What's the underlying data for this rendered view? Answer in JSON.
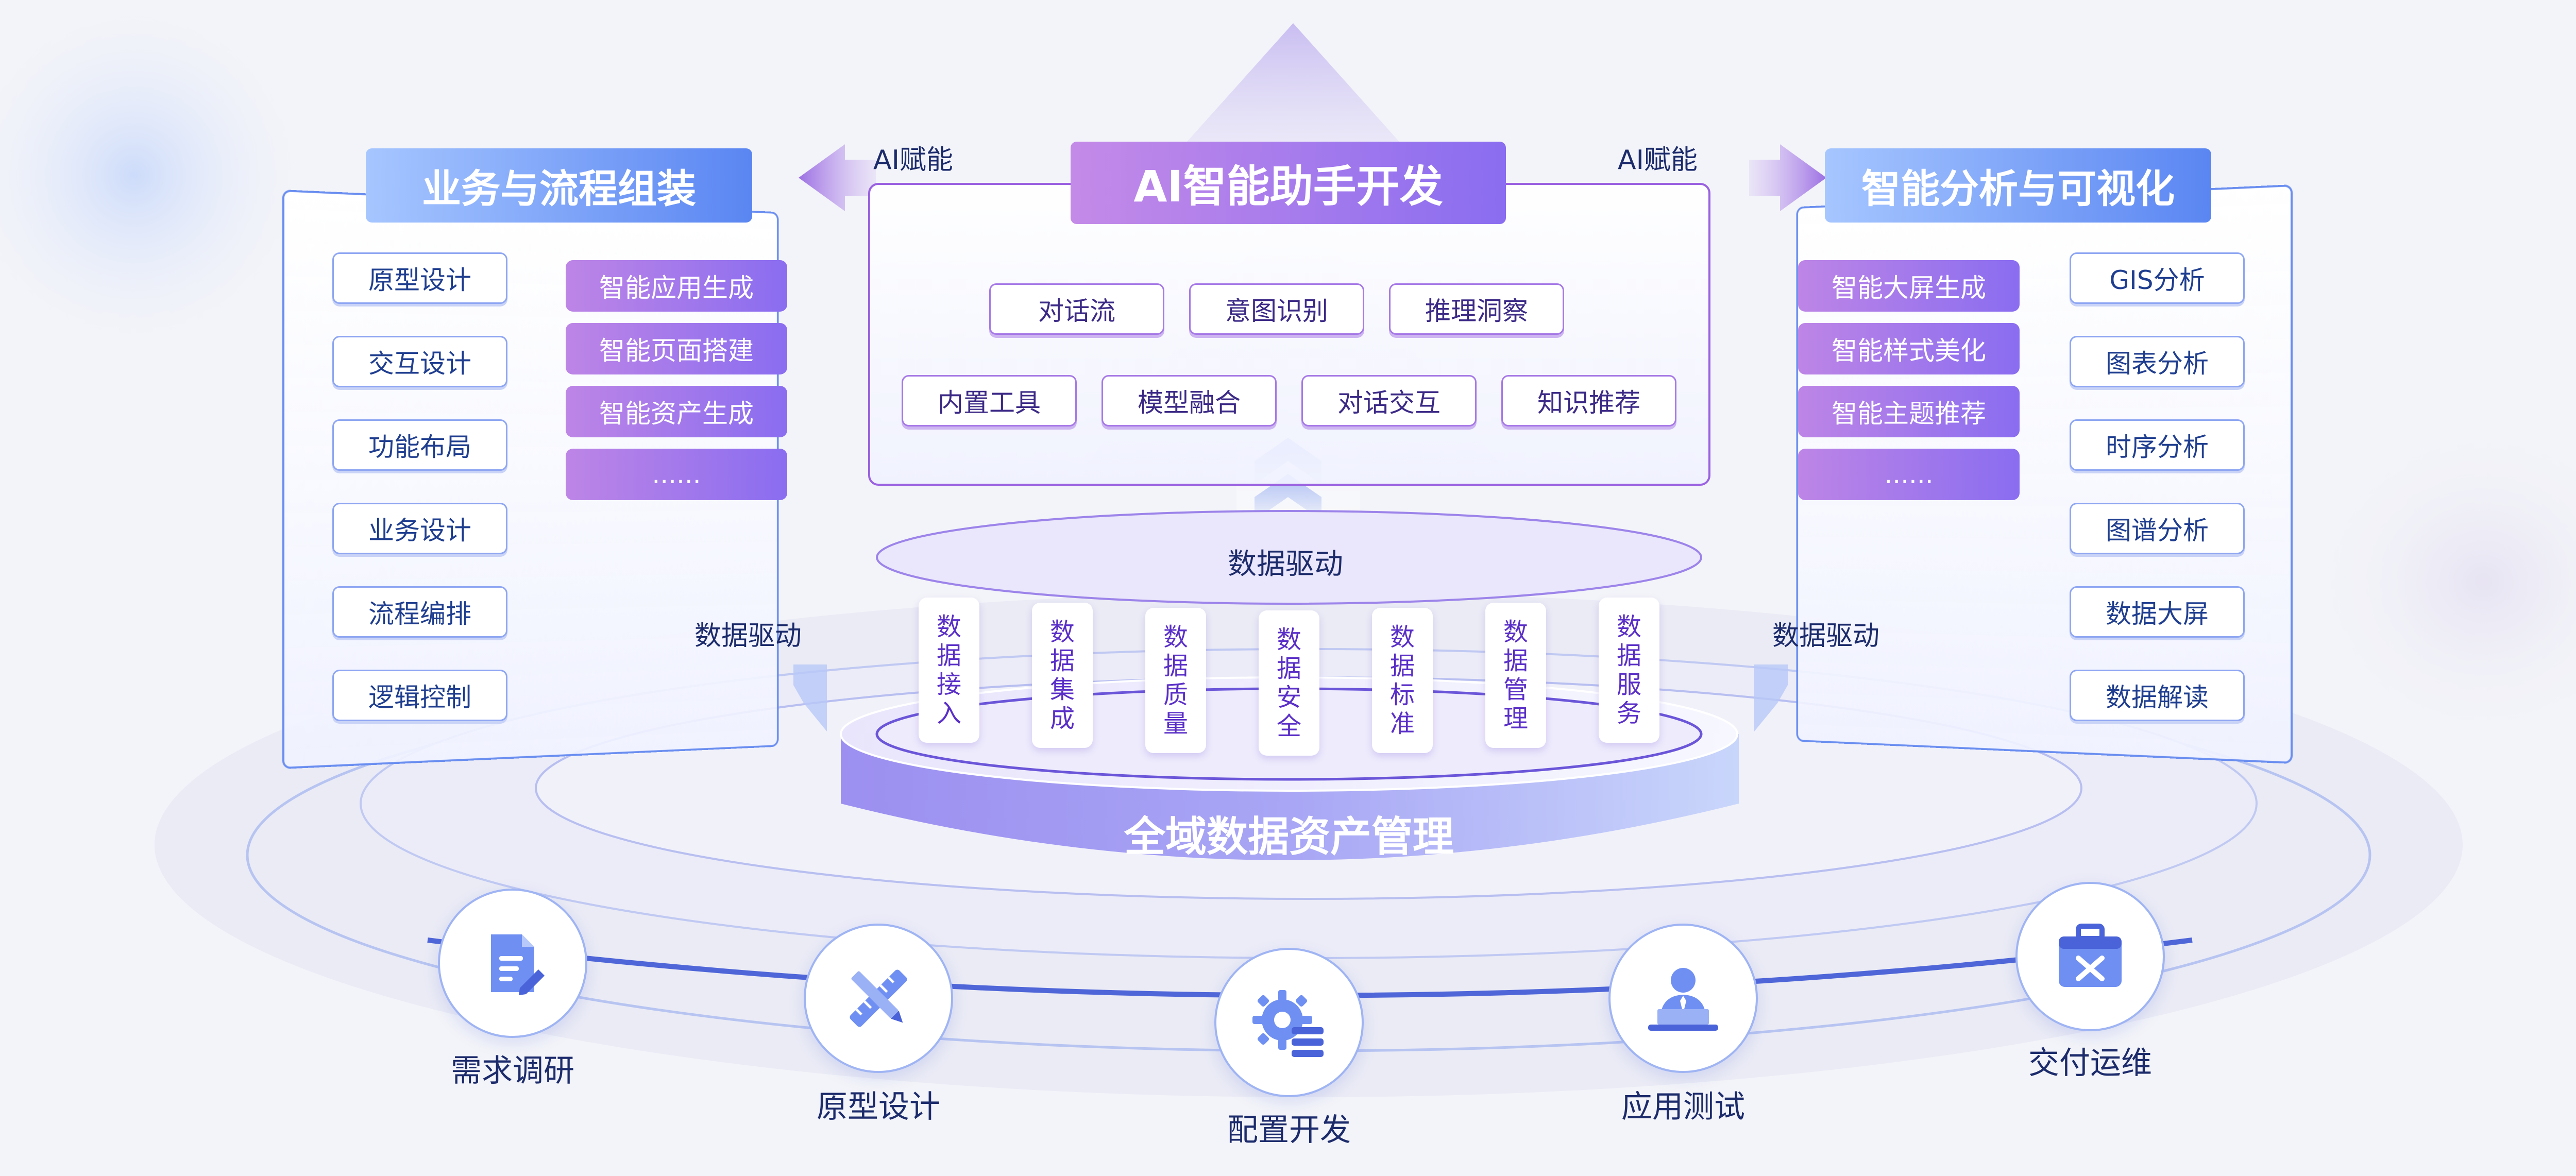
{
  "left_panel": {
    "title": "业务与流程组装",
    "design_items": [
      "原型设计",
      "交互设计",
      "功能布局",
      "业务设计",
      "流程编排",
      "逻辑控制"
    ],
    "smart_items": [
      "智能应用生成",
      "智能页面搭建",
      "智能资产生成",
      "......"
    ],
    "driver_label": "数据驱动"
  },
  "center_panel": {
    "title": "AI智能助手开发",
    "row1": [
      "对话流",
      "意图识别",
      "推理洞察"
    ],
    "row2": [
      "内置工具",
      "模型融合",
      "对话交互",
      "知识推荐"
    ]
  },
  "right_panel": {
    "title": "智能分析与可视化",
    "smart_items": [
      "智能大屏生成",
      "智能样式美化",
      "智能主题推荐",
      "......"
    ],
    "analysis_items": [
      "GIS分析",
      "图表分析",
      "时序分析",
      "图谱分析",
      "数据大屏",
      "数据解读"
    ],
    "driver_label": "数据驱动"
  },
  "ai_labels": {
    "left": "AI赋能",
    "right": "AI赋能"
  },
  "platform": {
    "driver_label": "数据驱动",
    "title": "全域数据资产管理",
    "pillars": [
      [
        "数",
        "据",
        "接",
        "入"
      ],
      [
        "数",
        "据",
        "集",
        "成"
      ],
      [
        "数",
        "据",
        "质",
        "量"
      ],
      [
        "数",
        "据",
        "安",
        "全"
      ],
      [
        "数",
        "据",
        "标",
        "准"
      ],
      [
        "数",
        "据",
        "管",
        "理"
      ],
      [
        "数",
        "据",
        "服",
        "务"
      ]
    ]
  },
  "stages": [
    {
      "label": "需求调研",
      "icon": "document-edit-icon"
    },
    {
      "label": "原型设计",
      "icon": "ruler-pencil-icon"
    },
    {
      "label": "配置开发",
      "icon": "gear-list-icon"
    },
    {
      "label": "应用测试",
      "icon": "user-laptop-icon"
    },
    {
      "label": "交付运维",
      "icon": "toolbox-icon"
    }
  ],
  "colors": {
    "blue_accent": "#5a86f2",
    "purple_accent": "#8a6df0",
    "text_dark": "#1c2b6b",
    "timeline": "#4f66d8"
  }
}
